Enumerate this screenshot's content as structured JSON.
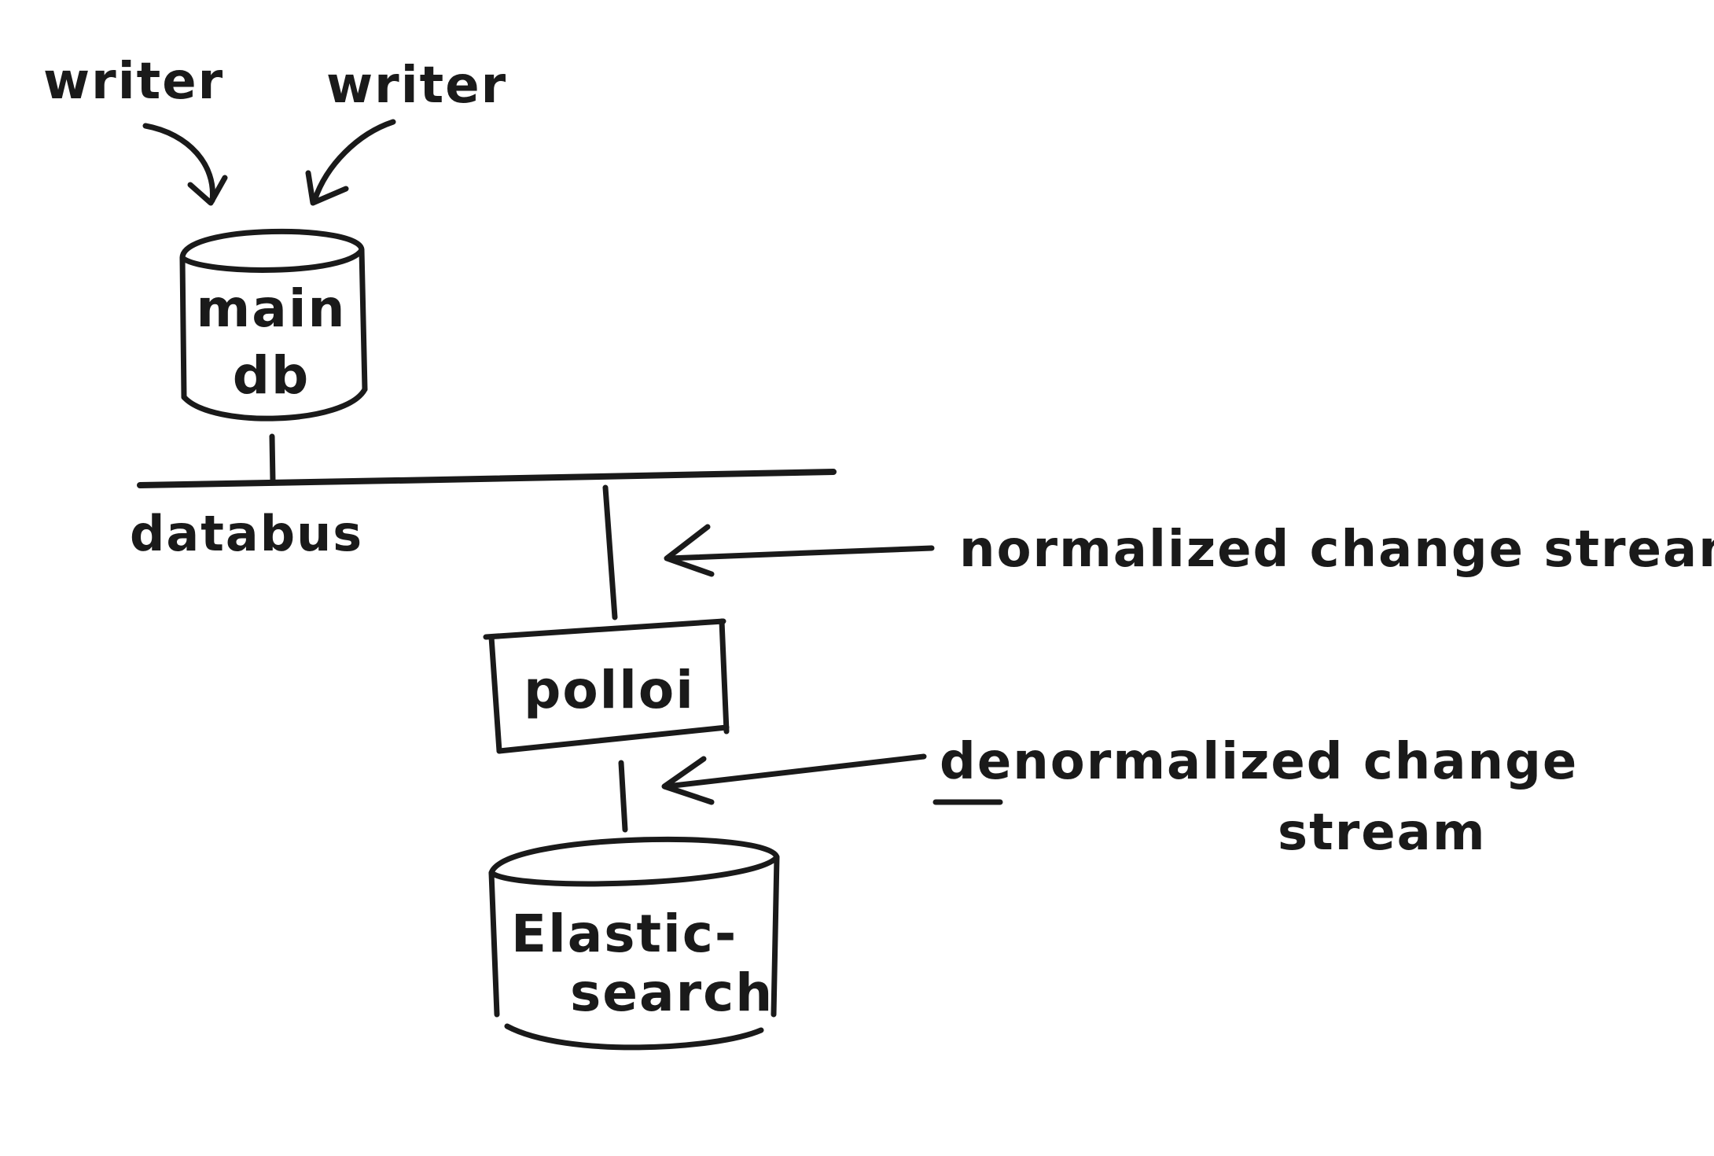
{
  "writers": [
    {
      "label": "writer"
    },
    {
      "label": "writer"
    }
  ],
  "main_db": {
    "line1": "main",
    "line2": "db"
  },
  "databus": {
    "label": "databus"
  },
  "polloi": {
    "label": "polloi"
  },
  "elasticsearch": {
    "line1": "Elastic-",
    "line2": "search"
  },
  "annotations": {
    "normalized": "normalized change stream",
    "denormalized_prefix": "de",
    "denormalized_rest": "normalized change",
    "denormalized_line2": "stream"
  },
  "colors": {
    "ink": "#1a1a1a",
    "paper": "#ffffff"
  }
}
